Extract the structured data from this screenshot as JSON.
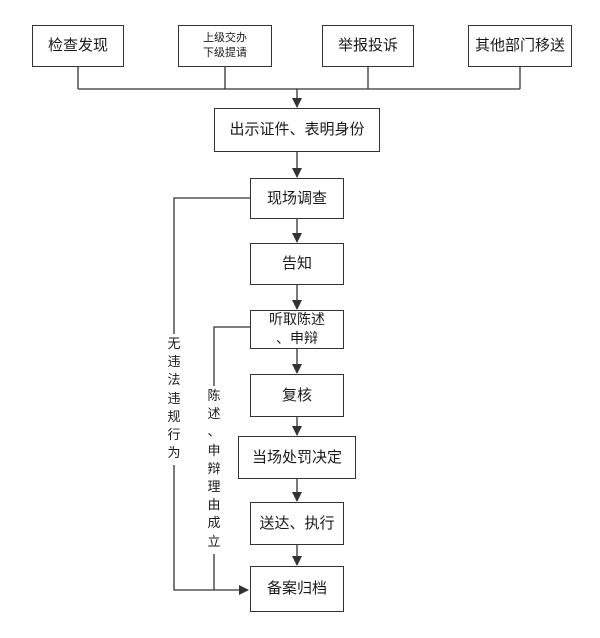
{
  "sources": [
    {
      "label": "检查发现"
    },
    {
      "label": "上级交办\n下级提请"
    },
    {
      "label": "举报投诉"
    },
    {
      "label": "其他部门移送"
    }
  ],
  "steps": [
    {
      "label": "出示证件、表明身份"
    },
    {
      "label": "现场调查"
    },
    {
      "label": "告知"
    },
    {
      "label": "听取陈述\n、申辩"
    },
    {
      "label": "复核"
    },
    {
      "label": "当场处罚决定"
    },
    {
      "label": "送达、执行"
    },
    {
      "label": "备案归档"
    }
  ],
  "branches": {
    "no_violation": "无违法违规行为",
    "defense_valid": "陈述、申辩理由成立"
  },
  "colors": {
    "line": "#333333",
    "box_border": "#333333",
    "text": "#1a1a1a"
  }
}
